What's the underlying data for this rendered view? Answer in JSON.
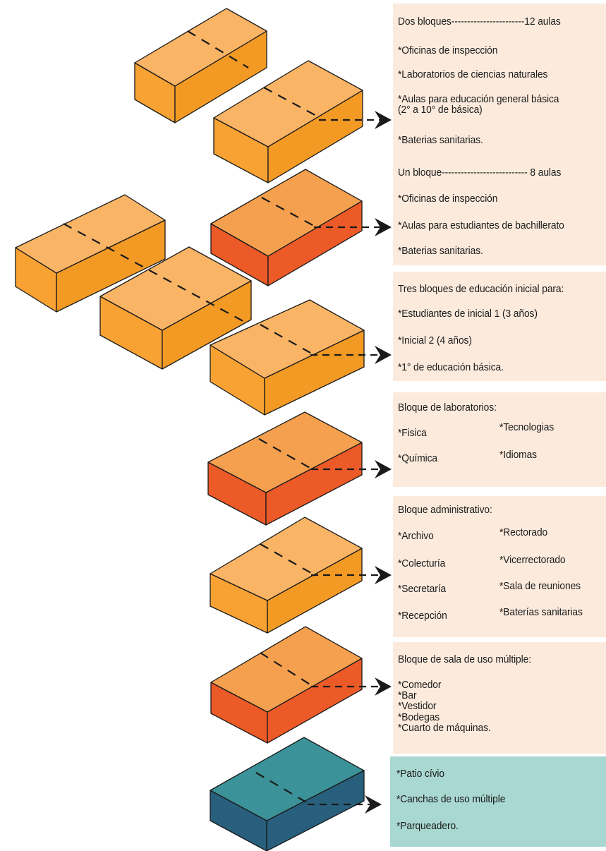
{
  "colors": {
    "orange_top": "#F9B466",
    "orange_side": "#F39A25",
    "orange_front": "#F7A233",
    "red_top": "#F5A04E",
    "red_front": "#EC5A28",
    "teal_top": "#3B9298",
    "teal_front": "#285F7C",
    "panel_peach": "#FCEBDD",
    "panel_teal": "#A9D7D1",
    "outline": "#1a1a1a"
  },
  "blocks": [
    {
      "id": "b1",
      "color": "orange",
      "arrow": false
    },
    {
      "id": "b2",
      "color": "orange",
      "arrow": true
    },
    {
      "id": "b3",
      "color": "red",
      "arrow": true
    },
    {
      "id": "b4",
      "color": "orange",
      "arrow": false
    },
    {
      "id": "b5",
      "color": "orange",
      "arrow": false
    },
    {
      "id": "b6",
      "color": "orange",
      "arrow": true
    },
    {
      "id": "b7",
      "color": "red",
      "arrow": true
    },
    {
      "id": "b8",
      "color": "orange",
      "arrow": true
    },
    {
      "id": "b9",
      "color": "red",
      "arrow": true
    },
    {
      "id": "b10",
      "color": "teal",
      "arrow": true
    }
  ],
  "panels": [
    {
      "id": "dos-bloques",
      "style": "peach",
      "lines": [
        "Dos bloques-----------------------12 aulas",
        "*Oficinas de inspección",
        "*Laboratorios de ciencias naturales",
        "*Aulas para educación general básica",
        "(2° a 10° de básica)",
        "*Baterias sanitarias."
      ]
    },
    {
      "id": "un-bloque",
      "style": "peach",
      "lines": [
        "Un bloque--------------------------- 8 aulas",
        "*Oficinas de inspección",
        "*Aulas para estudiantes de bachillerato",
        "*Baterias sanitarias."
      ]
    },
    {
      "id": "tres-bloques",
      "style": "peach",
      "lines": [
        "Tres bloques de educación inicial para:",
        "*Estudiantes de inicial 1 (3 años)",
        "*Inicial 2 (4 años)",
        "*1° de educación básica."
      ]
    },
    {
      "id": "laboratorios",
      "style": "peach",
      "lines": [
        "Bloque de laboratorios:",
        "*Fisica",
        "*Tecnologias",
        "*Química",
        "*Idiomas"
      ]
    },
    {
      "id": "administrativo",
      "style": "peach",
      "lines": [
        "Bloque administrativo:",
        "*Archivo",
        "*Rectorado",
        "*Colecturía",
        "*Vicerrectorado",
        "*Secretaría",
        "*Sala de reuniones",
        "*Recepción",
        "*Baterías sanitarias"
      ]
    },
    {
      "id": "sala-multiple",
      "style": "peach",
      "lines": [
        "Bloque de sala de uso múltiple:",
        "*Comedor",
        "*Bar",
        "*Vestidor",
        "*Bodegas",
        "*Cuarto de máquinas."
      ]
    },
    {
      "id": "exteriores",
      "style": "teal",
      "lines": [
        "*Patio cívio",
        "*Canchas de uso múltiple",
        "*Parqueadero."
      ]
    }
  ]
}
